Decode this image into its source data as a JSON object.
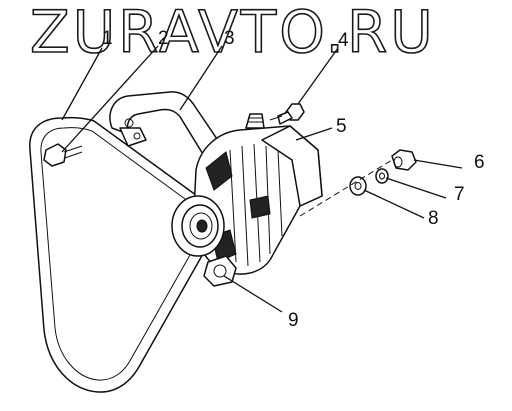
{
  "watermark": "ZURAVTO.RU",
  "callouts": [
    "1",
    "2",
    "3",
    "4",
    "5",
    "6",
    "7",
    "8",
    "9"
  ]
}
